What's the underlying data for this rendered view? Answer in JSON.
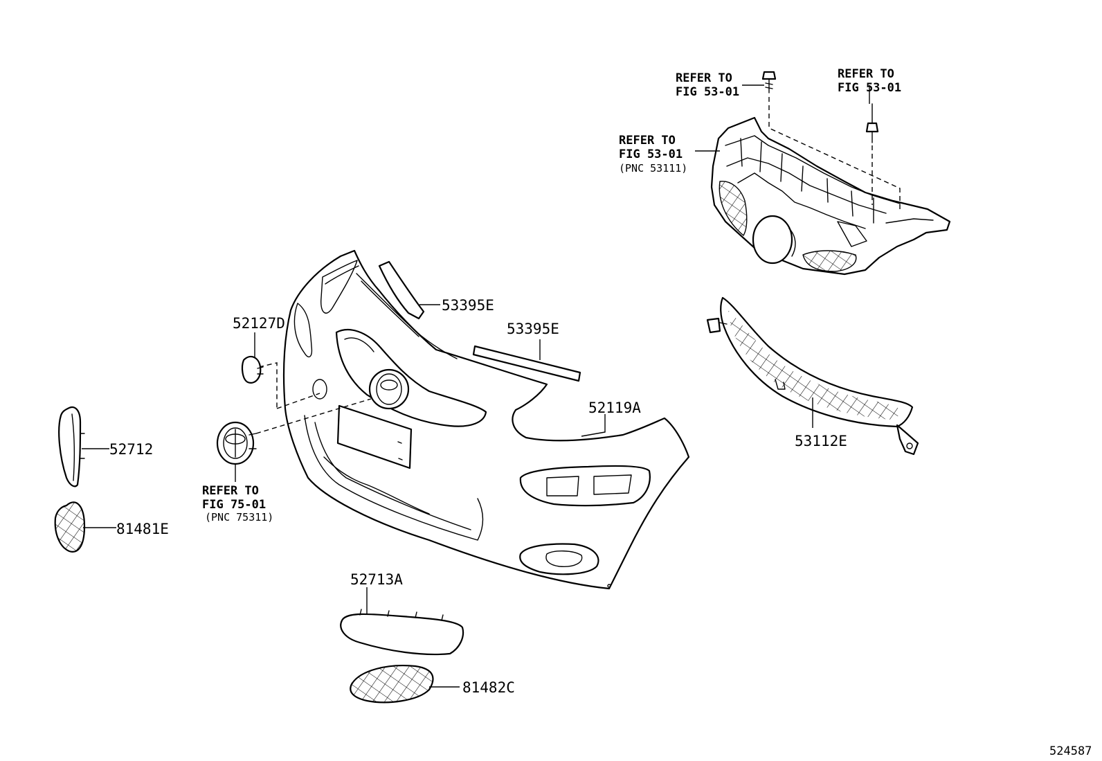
{
  "callouts": {
    "c53395E_a": "53395E",
    "c53395E_b": "53395E",
    "c52127D": "52127D",
    "c52119A": "52119A",
    "c52712": "52712",
    "c81481E": "81481E",
    "c52713A": "52713A",
    "c81482C": "81482C",
    "c53112E": "53112E"
  },
  "refs": {
    "ref_top_left": [
      "REFER TO",
      "FIG 53-01"
    ],
    "ref_top_right": [
      "REFER TO",
      "FIG 53-01"
    ],
    "ref_grille": [
      "REFER TO",
      "FIG 53-01",
      "(PNC 53111)"
    ],
    "ref_emblem": [
      "REFER TO",
      "FIG 75-01",
      "(PNC 75311)"
    ]
  },
  "figure_number": "524587"
}
